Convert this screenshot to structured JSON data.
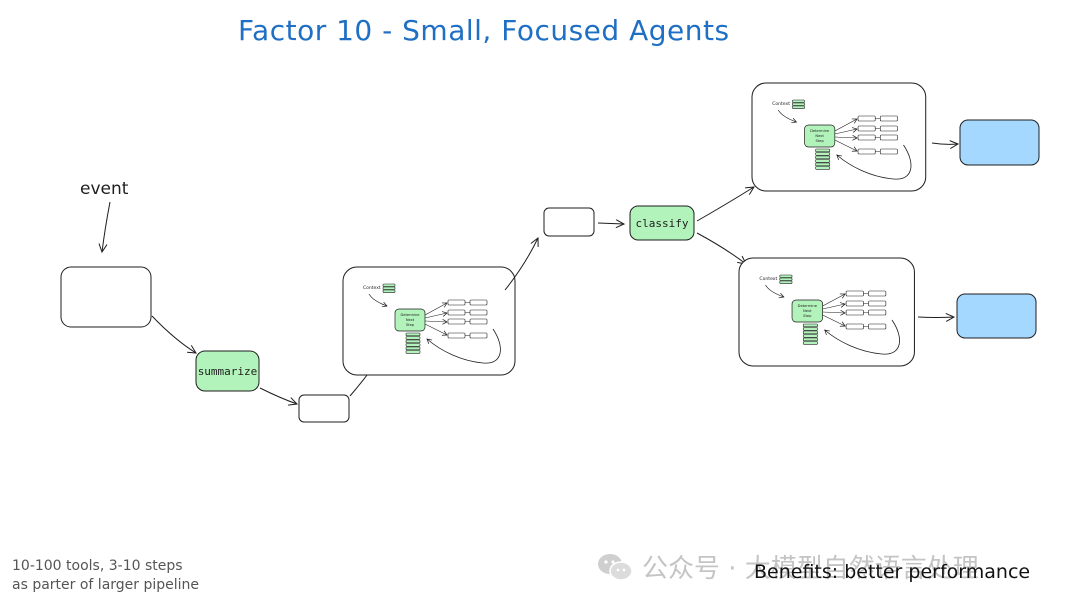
{
  "title": "Factor 10 - Small, Focused Agents",
  "event_label": "event",
  "steps": {
    "summarize": "summarize",
    "classify": "classify"
  },
  "agent_loop": {
    "context_label": "Context",
    "step_label_lines": [
      "Determine",
      "Next",
      "Step"
    ]
  },
  "notes": {
    "line1": "10-100 tools, 3-10 steps",
    "line2": "as parter of larger pipeline"
  },
  "benefits": "Benefits: better performance",
  "watermark": "公众号 · 大模型自然语言处理",
  "colors": {
    "title": "#1f6fc5",
    "step_fill": "#b2f2bb",
    "output_fill": "#a5d8ff",
    "stroke": "#1e1e1e"
  }
}
